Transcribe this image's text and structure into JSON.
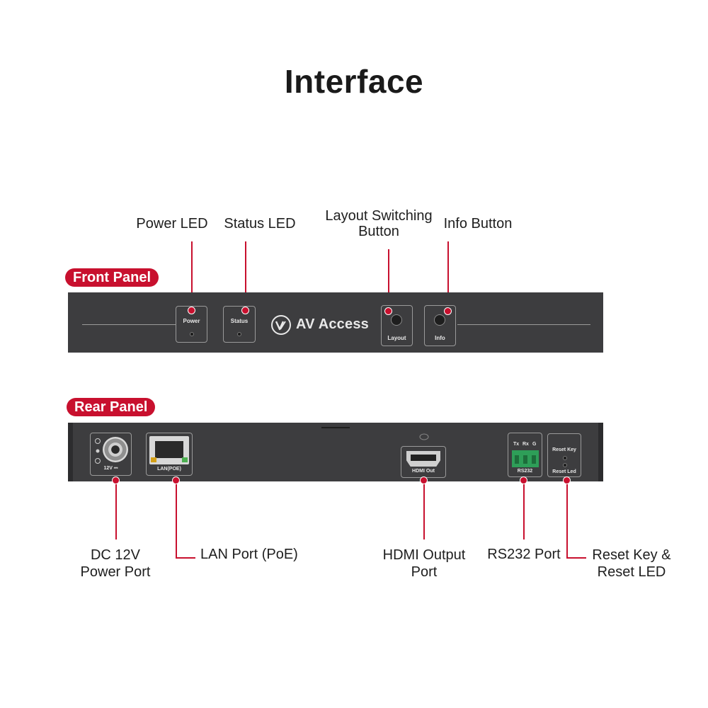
{
  "title": "Interface",
  "brand": {
    "name": "AV Access",
    "accent_color": "#c8102e",
    "panel_color": "#3d3d3f"
  },
  "front_panel": {
    "badge": "Front Panel",
    "callouts": [
      {
        "id": "power-led",
        "label": "Power LED"
      },
      {
        "id": "status-led",
        "label": "Status LED"
      },
      {
        "id": "layout-button",
        "label_line1": "Layout Switching",
        "label_line2": "Button"
      },
      {
        "id": "info-button",
        "label": "Info Button"
      }
    ],
    "silkscreen": {
      "power": "Power",
      "status": "Status",
      "layout": "Layout",
      "info": "Info"
    }
  },
  "rear_panel": {
    "badge": "Rear Panel",
    "callouts": [
      {
        "id": "dc-power",
        "label_line1": "DC 12V",
        "label_line2": "Power Port"
      },
      {
        "id": "lan-port",
        "label": "LAN Port (PoE)"
      },
      {
        "id": "hdmi-output",
        "label_line1": "HDMI Output",
        "label_line2": "Port"
      },
      {
        "id": "rs232",
        "label": "RS232 Port"
      },
      {
        "id": "reset",
        "label_line1": "Reset Key &",
        "label_line2": "Reset LED"
      }
    ],
    "silkscreen": {
      "dc": "12V ⎓",
      "lan": "LAN(POE)",
      "hdmi": "HDMI Out",
      "rs232_pins": [
        "Tx",
        "Rx",
        "G"
      ],
      "rs232": "RS232",
      "reset_key": "Reset Key",
      "reset_led": "Reset Led"
    }
  }
}
